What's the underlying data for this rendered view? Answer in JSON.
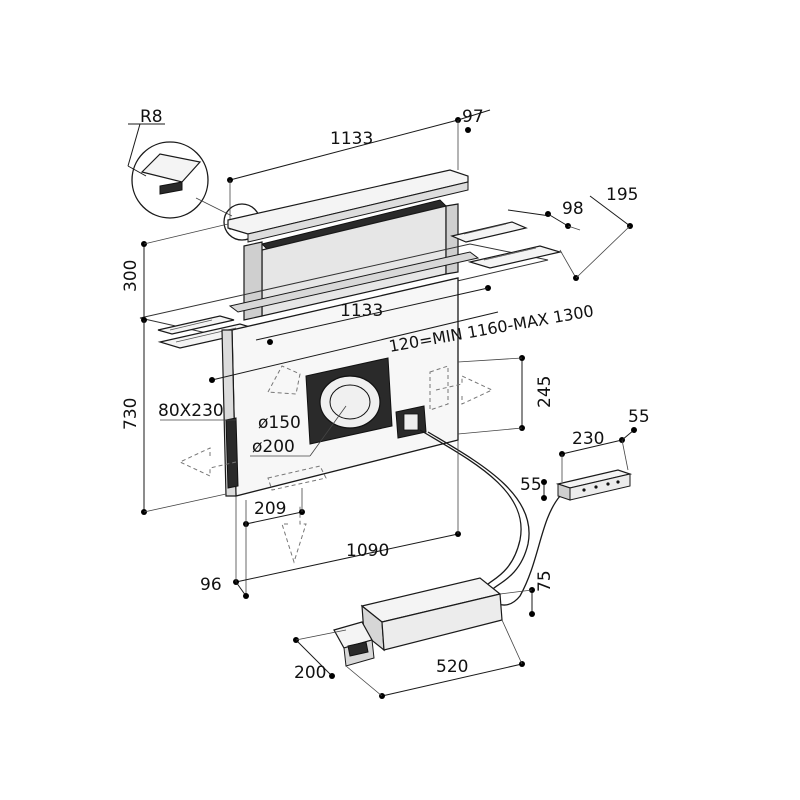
{
  "dimensions": {
    "r8": "R8",
    "d97": "97",
    "d1133_top": "1133",
    "d98": "98",
    "d195": "195",
    "d300": "300",
    "d1133_mid": "1133",
    "range": "120=MIN  1160-MAX  1300",
    "d730": "730",
    "d80x230": "80X230",
    "d150": "ø150",
    "d200dia": "ø200",
    "d245": "245",
    "d230": "230",
    "d55_top": "55",
    "d55_left": "55",
    "d209": "209",
    "d1090": "1090",
    "d96": "96",
    "d75": "75",
    "d200": "200",
    "d520": "520"
  }
}
